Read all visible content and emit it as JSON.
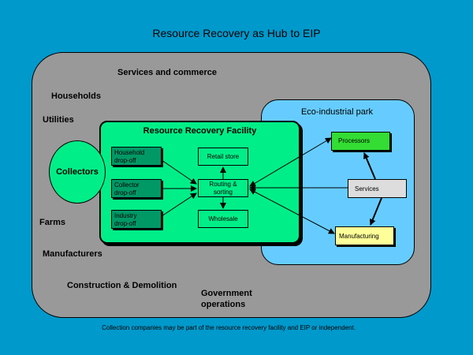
{
  "title": "Resource Recovery as Hub to EIP",
  "outer_labels": {
    "services_commerce": "Services and commerce",
    "households": "Households",
    "utilities": "Utilities",
    "farms": "Farms",
    "manufacturers": "Manufacturers",
    "construction": "Construction & Demolition",
    "government_line1": "Government",
    "government_line2": "operations"
  },
  "collectors": "Collectors",
  "rrf": {
    "title": "Resource Recovery Facility",
    "household_line1": "Household",
    "household_line2": "drop-off",
    "collector_line1": "Collector",
    "collector_line2": "drop-off",
    "industry_line1": "Industry",
    "industry_line2": "drop-off",
    "retail": "Retail store",
    "routing_line1": "Routing &",
    "routing_line2": "sorting",
    "wholesale": "Wholesale"
  },
  "eip": {
    "title": "Eco-industrial park",
    "processors": "Processors",
    "services": "Services",
    "manufacturing": "Manufacturing"
  },
  "footnote": "Collection companies may be part of the resource recovery facility and EIP or independent."
}
